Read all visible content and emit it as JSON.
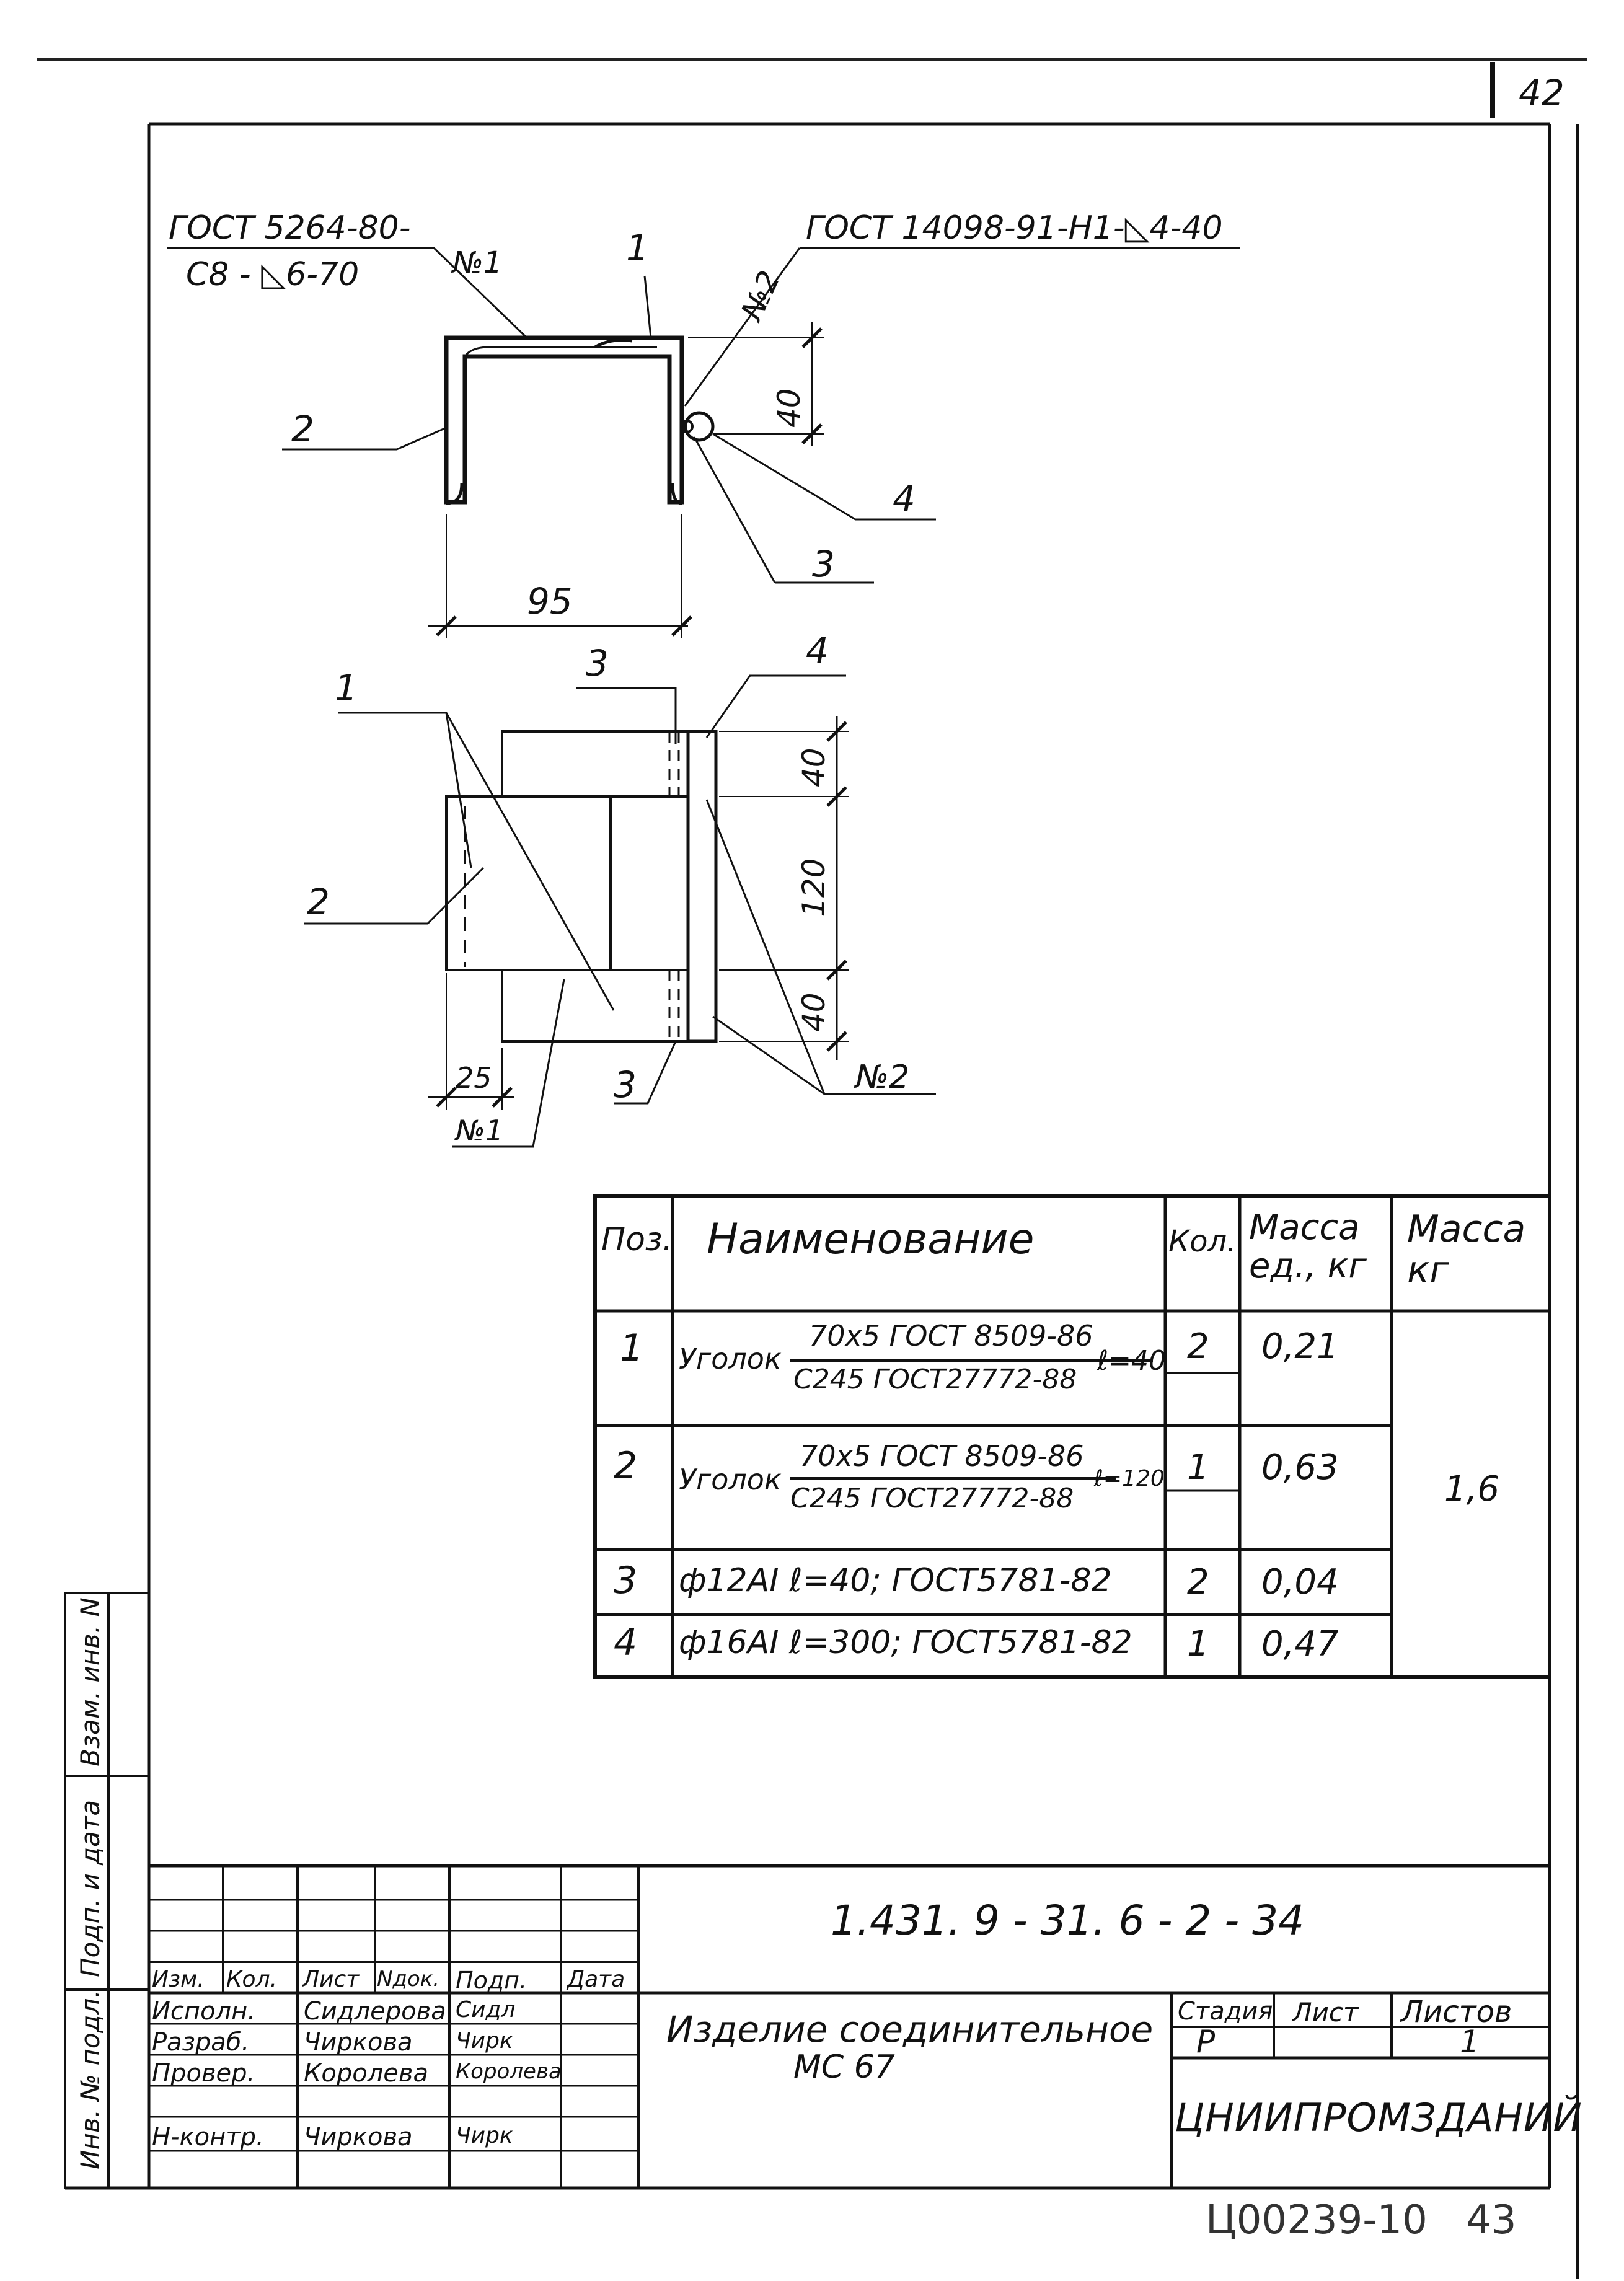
{
  "sheet_number": "42",
  "stamp_number": "Ц00239-10",
  "stamp_page": "43",
  "drawing": {
    "weld_note_1_line1": "ГОСТ 5264-80-",
    "weld_note_1_line2": "С8 - ◺6-70",
    "weld_note_2": "ГОСТ 14098-91-Н1-◺4-40",
    "weld_mark_1": "№1",
    "weld_mark_2": "№2",
    "pos_1": "1",
    "pos_2": "2",
    "pos_3": "3",
    "pos_4": "4",
    "dim_95": "95",
    "dim_40": "40",
    "dim_120": "120",
    "dim_25": "25"
  },
  "spec_table": {
    "headers": {
      "pos": "Поз.",
      "name": "Наименование",
      "qty": "Кол.",
      "mass_unit": "Масса ед., кг",
      "mass_total": "Масса кг"
    },
    "rows": [
      {
        "pos": "1",
        "name": "Уголок",
        "std_top": "70х5 ГОСТ 8509-86",
        "std_bottom": "С245 ГОСТ27772-88",
        "length": "ℓ=40",
        "qty": "2",
        "mass": "0,21"
      },
      {
        "pos": "2",
        "name": "Уголок",
        "std_top": "70х5 ГОСТ 8509-86",
        "std_bottom": "С245 ГОСТ27772-88",
        "length": "ℓ=120",
        "qty": "1",
        "mass": "0,63"
      },
      {
        "pos": "3",
        "name": "ф12АI ℓ=40; ГОСТ5781-82",
        "qty": "2",
        "mass": "0,04"
      },
      {
        "pos": "4",
        "name": "ф16АI ℓ=300; ГОСТ5781-82",
        "qty": "1",
        "mass": "0,47"
      }
    ],
    "total_mass": "1,6"
  },
  "side_stamp": {
    "inv_orig": "Инв. № подл.",
    "sign_date": "Подп. и дата",
    "replace_inv": "Взам. инв. N"
  },
  "title_block": {
    "doc_code": "1.431. 9 - 31. 6 - 2 - 34",
    "headers": [
      "Изм.",
      "Кол.",
      "Лист",
      "Nдок.",
      "Подп.",
      "Дата"
    ],
    "roles": [
      {
        "role": "Исполн.",
        "name": "Сидлерова",
        "sign": "Сидл"
      },
      {
        "role": "Разраб.",
        "name": "Чиркова",
        "sign": "Чирк"
      },
      {
        "role": "Провер.",
        "name": "Королева",
        "sign": "Королева"
      },
      {
        "role": "",
        "name": "",
        "sign": ""
      },
      {
        "role": "Н-контр.",
        "name": "Чиркова",
        "sign": "Чирк"
      }
    ],
    "product_name_line1": "Изделие соединительное",
    "product_name_line2": "МС 67",
    "stage_label": "Стадия",
    "sheet_label": "Лист",
    "sheets_label": "Листов",
    "stage_value": "Р",
    "sheet_value": "",
    "sheets_value": "1",
    "organization": "ЦНИИПРОМЗДАНИЙ"
  }
}
